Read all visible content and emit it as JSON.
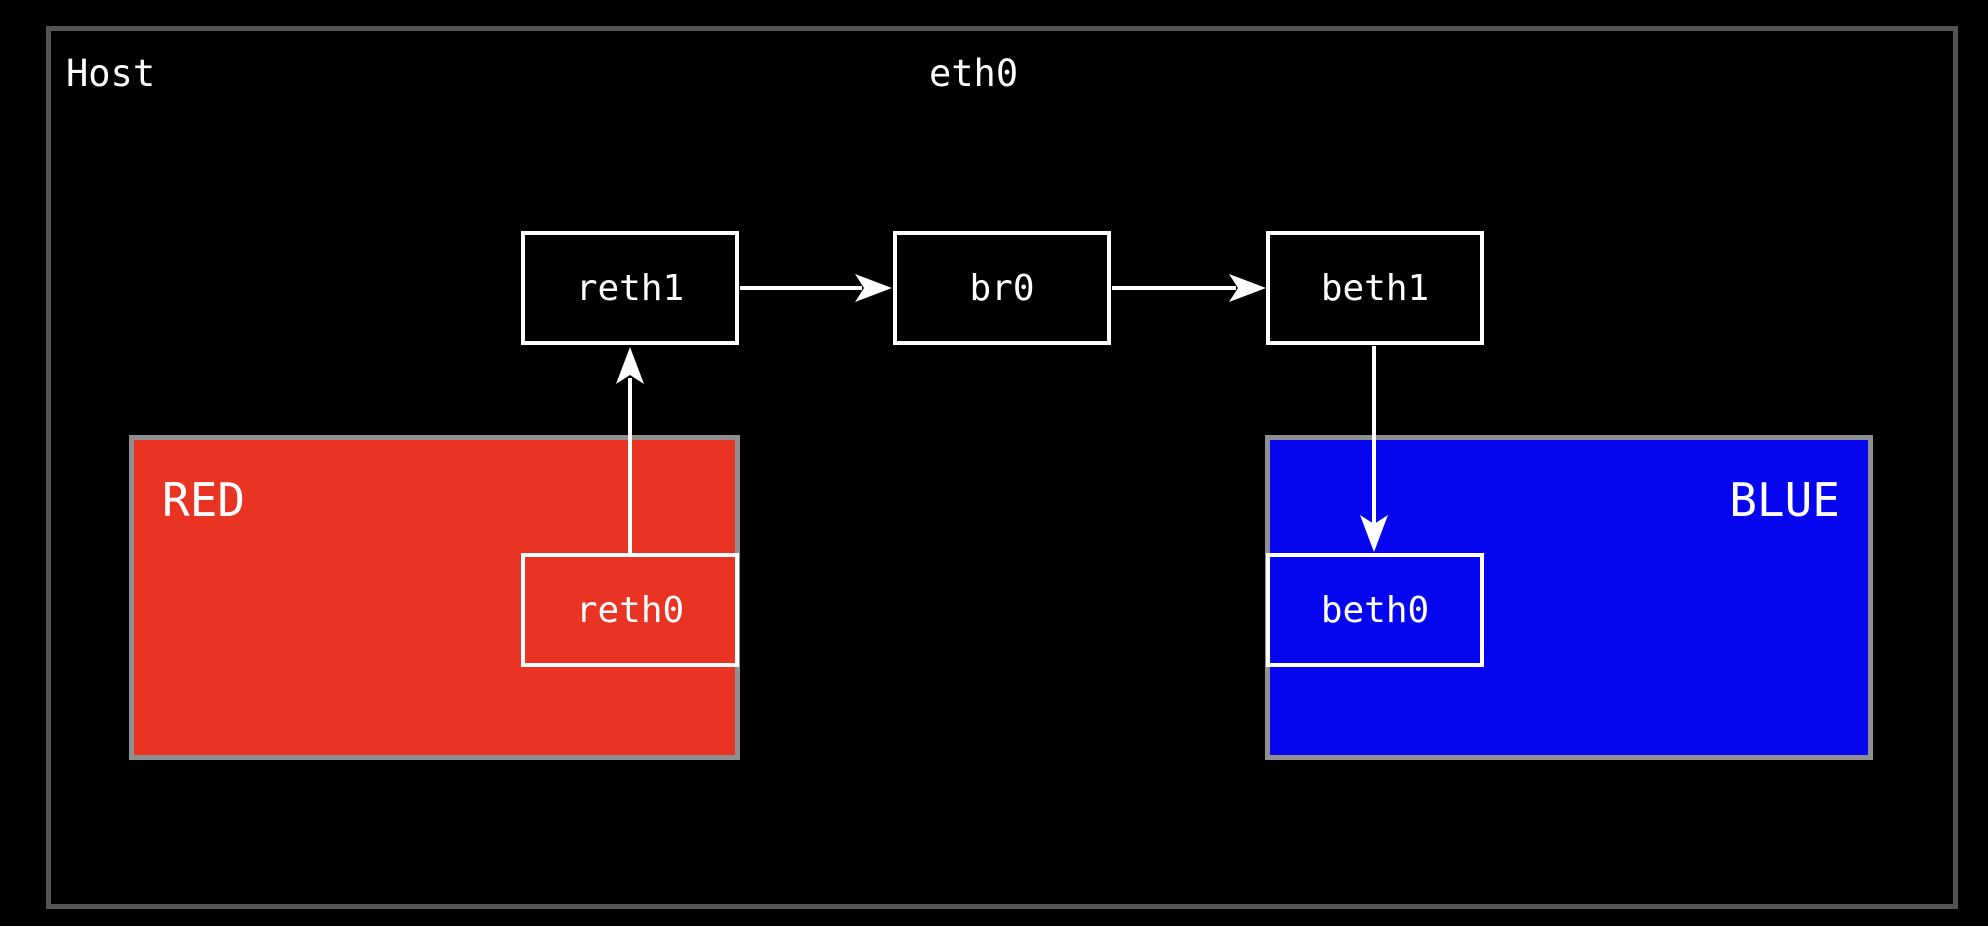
{
  "host": {
    "label": "Host",
    "eth0_label": "eth0"
  },
  "namespaces": {
    "red": {
      "label": "RED"
    },
    "blue": {
      "label": "BLUE"
    }
  },
  "nodes": {
    "reth1": {
      "label": "reth1"
    },
    "br0": {
      "label": "br0"
    },
    "beth1": {
      "label": "beth1"
    },
    "reth0": {
      "label": "reth0"
    },
    "beth0": {
      "label": "beth0"
    }
  },
  "edges": [
    {
      "from": "reth0",
      "to": "reth1"
    },
    {
      "from": "reth1",
      "to": "br0"
    },
    {
      "from": "br0",
      "to": "beth1"
    },
    {
      "from": "beth1",
      "to": "beth0"
    }
  ],
  "colors": {
    "background": "#000000",
    "host_border": "#545456",
    "namespace_border": "#8f8f91",
    "red_fill": "#e93323",
    "blue_fill": "#0505f0",
    "node_bg": "#000000",
    "line": "#ffffff"
  }
}
